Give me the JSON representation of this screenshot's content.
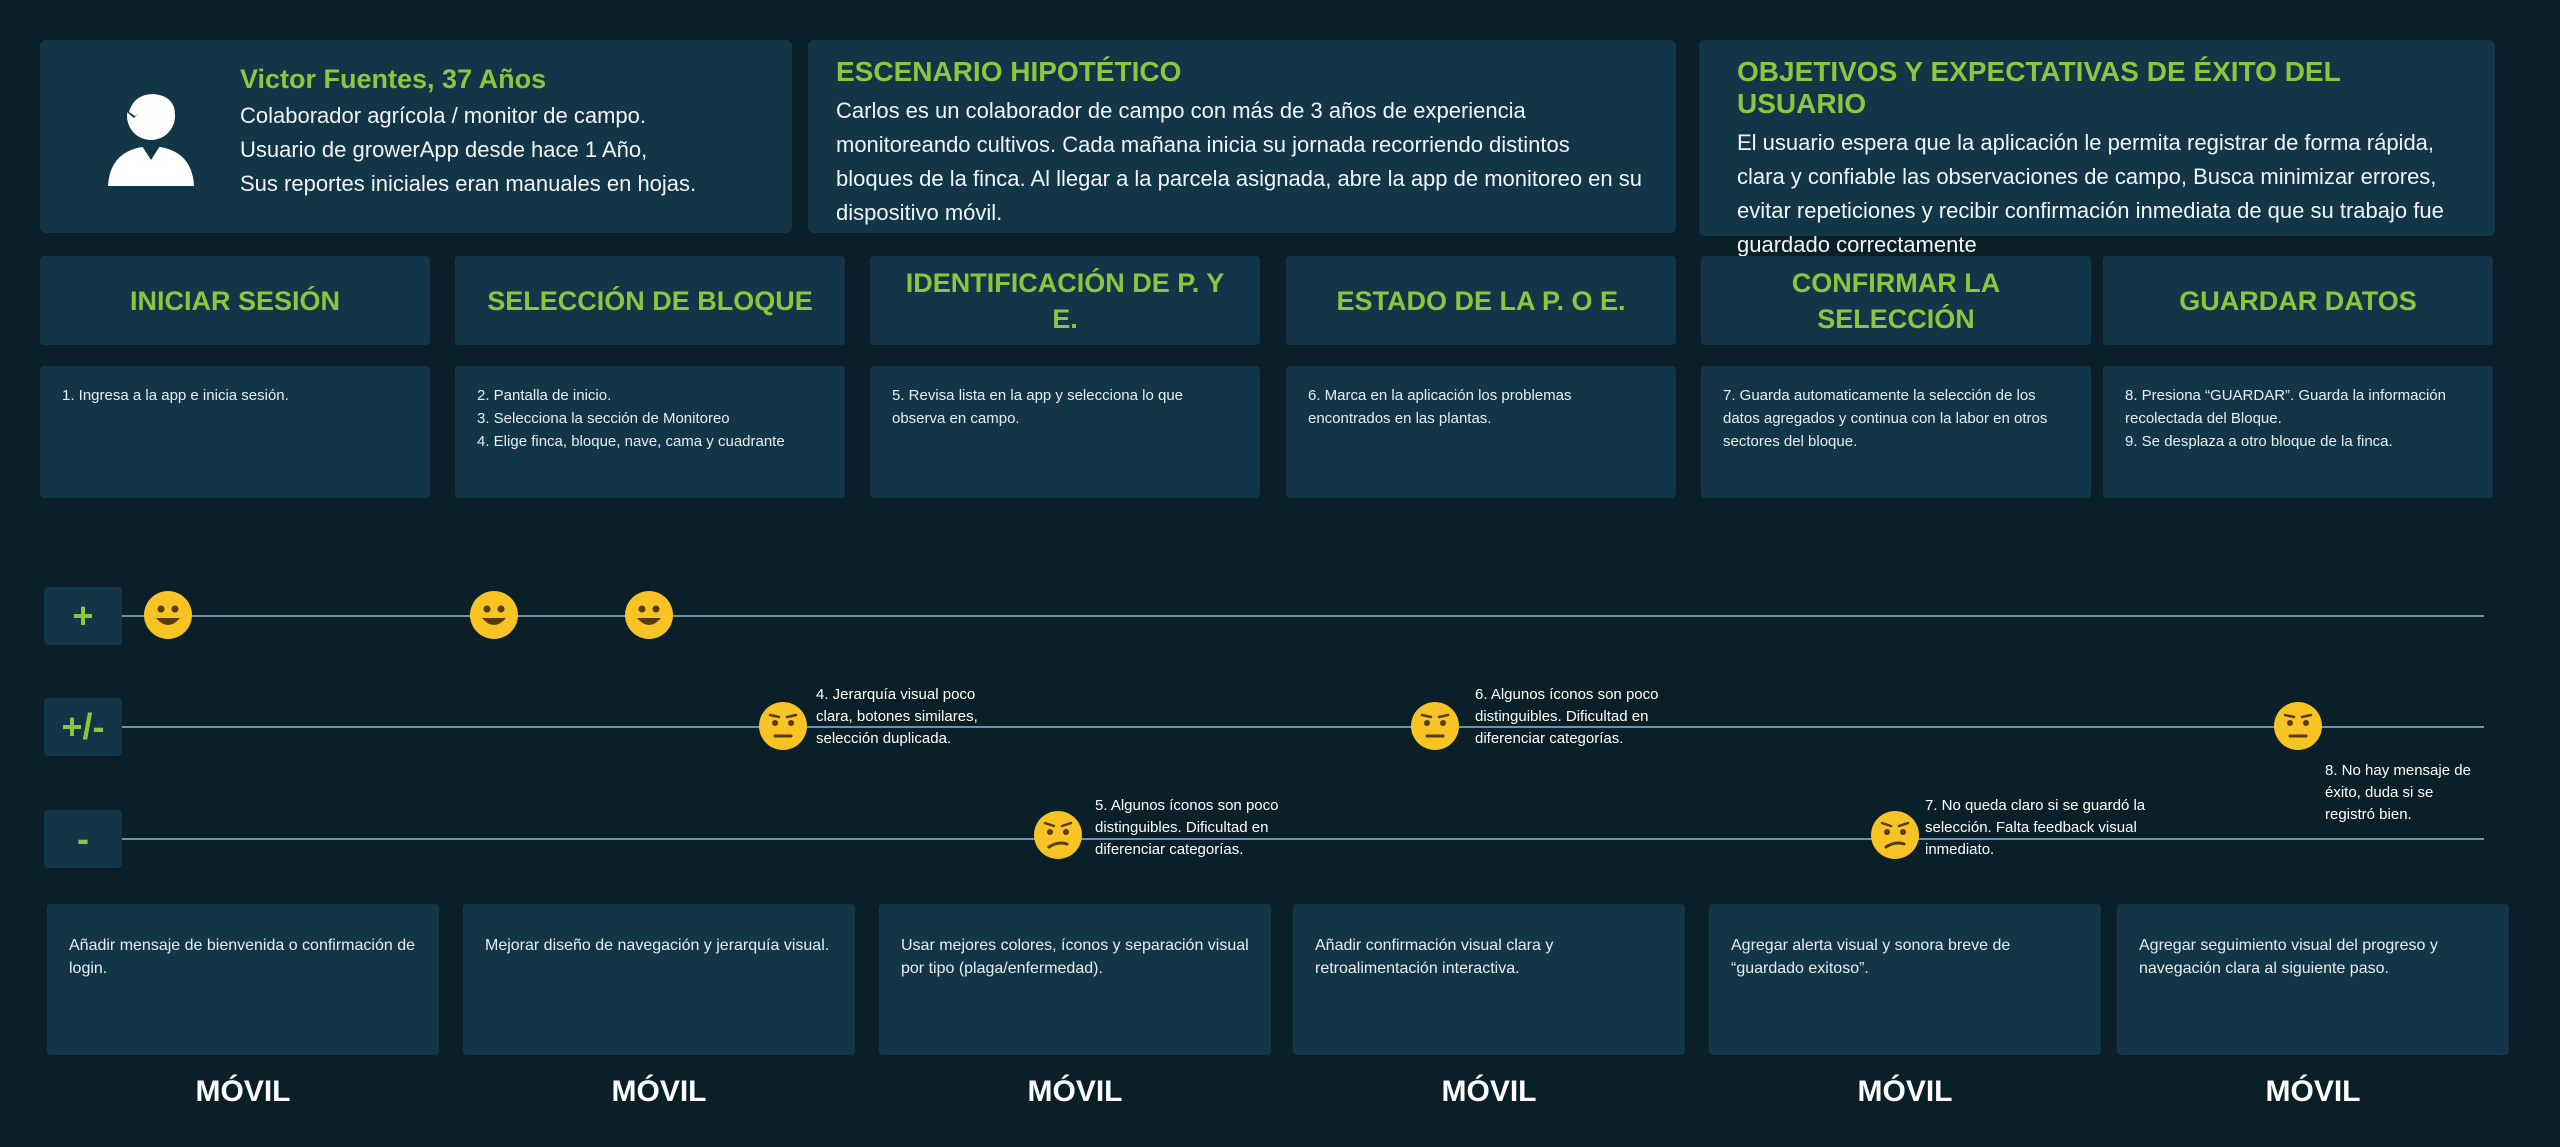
{
  "persona": {
    "name": "Victor Fuentes, 37 Años",
    "lines": [
      "Colaborador agrícola / monitor de campo.",
      "Usuario de growerApp desde hace 1 Año,",
      "Sus reportes iniciales eran manuales en hojas."
    ]
  },
  "scenario": {
    "title": "ESCENARIO HIPOTÉTICO",
    "text": "Carlos es un colaborador de campo con más de 3 años de experiencia monitoreando cultivos. Cada mañana inicia su jornada recorriendo distintos bloques de la finca. Al llegar a la parcela asignada, abre la app de monitoreo en su dispositivo móvil."
  },
  "objectives": {
    "title": "OBJETIVOS Y EXPECTATIVAS DE ÉXITO DEL USUARIO",
    "text": "El usuario espera que la aplicación le permita registrar de forma rápida, clara y confiable las observaciones de campo, Busca minimizar errores, evitar repeticiones y recibir confirmación inmediata de que su trabajo fue guardado correctamente"
  },
  "stages": [
    {
      "title": "INICIAR SESIÓN",
      "steps": "1. Ingresa a la app e inicia sesión."
    },
    {
      "title": "SELECCIÓN DE BLOQUE",
      "steps": "2. Pantalla de inicio.\n3. Selecciona la sección de Monitoreo\n4. Elige finca, bloque, nave, cama y cuadrante"
    },
    {
      "title": "IDENTIFICACIÓN DE P. Y E.",
      "steps": "5. Revisa lista en la app y selecciona lo que observa en campo."
    },
    {
      "title": "ESTADO DE LA P. O E.",
      "steps": "6. Marca en la aplicación los problemas encontrados en las plantas."
    },
    {
      "title": "CONFIRMAR LA SELECCIÓN",
      "steps": "7. Guarda automaticamente la selección de los datos agregados y continua con la labor en otros sectores del bloque."
    },
    {
      "title": "GUARDAR DATOS",
      "steps": "8. Presiona “GUARDAR”. Guarda la información recolectada del Bloque.\n9. Se desplaza a otro bloque de la finca."
    }
  ],
  "emotion_rows": {
    "positive": "+",
    "neutral": "+/-",
    "negative": "-"
  },
  "pain_points": [
    {
      "text": "4. Jerarquía visual poco clara, botones similares, selección duplicada."
    },
    {
      "text": "6. Algunos íconos son poco distinguibles. Dificultad en diferenciar categorías."
    },
    {
      "text": "5. Algunos íconos son poco distinguibles. Dificultad en diferenciar categorías."
    },
    {
      "text": "7. No queda claro si se guardó la selección. Falta feedback visual inmediato."
    },
    {
      "text": "8. No hay mensaje de éxito, duda si se registró bien."
    }
  ],
  "opportunities": [
    "Añadir mensaje de bienvenida o confirmación de login.",
    "Mejorar diseño de navegación y jerarquía visual.",
    "Usar mejores colores, íconos y separación visual por tipo (plaga/enfermedad).",
    "Añadir confirmación visual clara y retroalimentación interactiva.",
    "Agregar alerta visual y sonora breve de “guardado exitoso”.",
    "Agregar seguimiento visual del progreso y navegación clara al siguiente paso."
  ],
  "channels": [
    "MÓVIL",
    "MÓVIL",
    "MÓVIL",
    "MÓVIL",
    "MÓVIL",
    "MÓVIL"
  ],
  "colors": {
    "background": "#0b1f29",
    "card": "#123648",
    "accent": "#8cc63f",
    "emoji": "#f7c325"
  }
}
